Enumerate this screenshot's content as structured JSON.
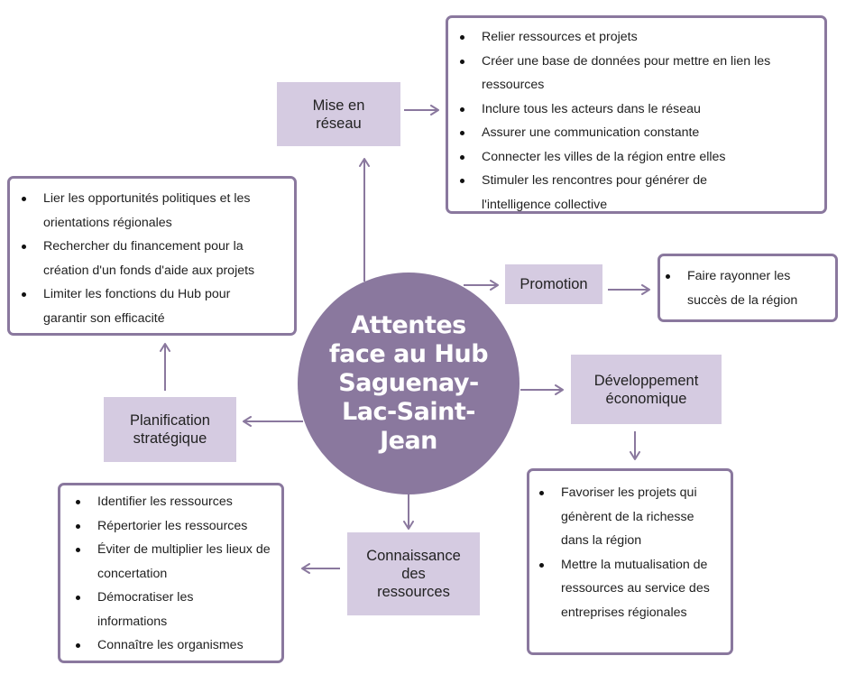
{
  "diagram": {
    "hub_title": "Attentes\nface au Hub\nSaguenay-\nLac-Saint-\nJean",
    "colors": {
      "hub": "#8a789e",
      "label_bg": "#d5cbe1",
      "border": "#8a789e",
      "arrow": "#8a789e"
    },
    "categories": {
      "mise_en_reseau": {
        "label": "Mise en\nréseau",
        "items": [
          "Relier ressources et projets",
          "Créer une base de données pour mettre en lien les ressources",
          "Inclure tous les acteurs dans le réseau",
          "Assurer une communication constante",
          "Connecter les villes de la région entre elles",
          "Stimuler les rencontres pour générer de l'intelligence collective"
        ]
      },
      "promotion": {
        "label": "Promotion",
        "items": [
          "Faire rayonner les succès de la région"
        ]
      },
      "developpement": {
        "label": "Développement\néconomique",
        "items": [
          "Favoriser les projets qui génèrent de la richesse dans la région",
          "Mettre la mutualisation de ressources au service des entreprises régionales"
        ]
      },
      "connaissance": {
        "label": "Connaissance\ndes\nressources",
        "items": [
          "Identifier les ressources",
          "Répertorier les ressources",
          "Éviter de multiplier les lieux de concertation",
          "Démocratiser les informations",
          "Connaître les organismes"
        ]
      },
      "planification": {
        "label": "Planification\nstratégique",
        "items": [
          "Lier les opportunités politiques et les orientations régionales",
          "Rechercher du financement pour la création d'un fonds d'aide aux projets",
          "Limiter les fonctions du Hub pour garantir son efficacité"
        ]
      }
    }
  }
}
